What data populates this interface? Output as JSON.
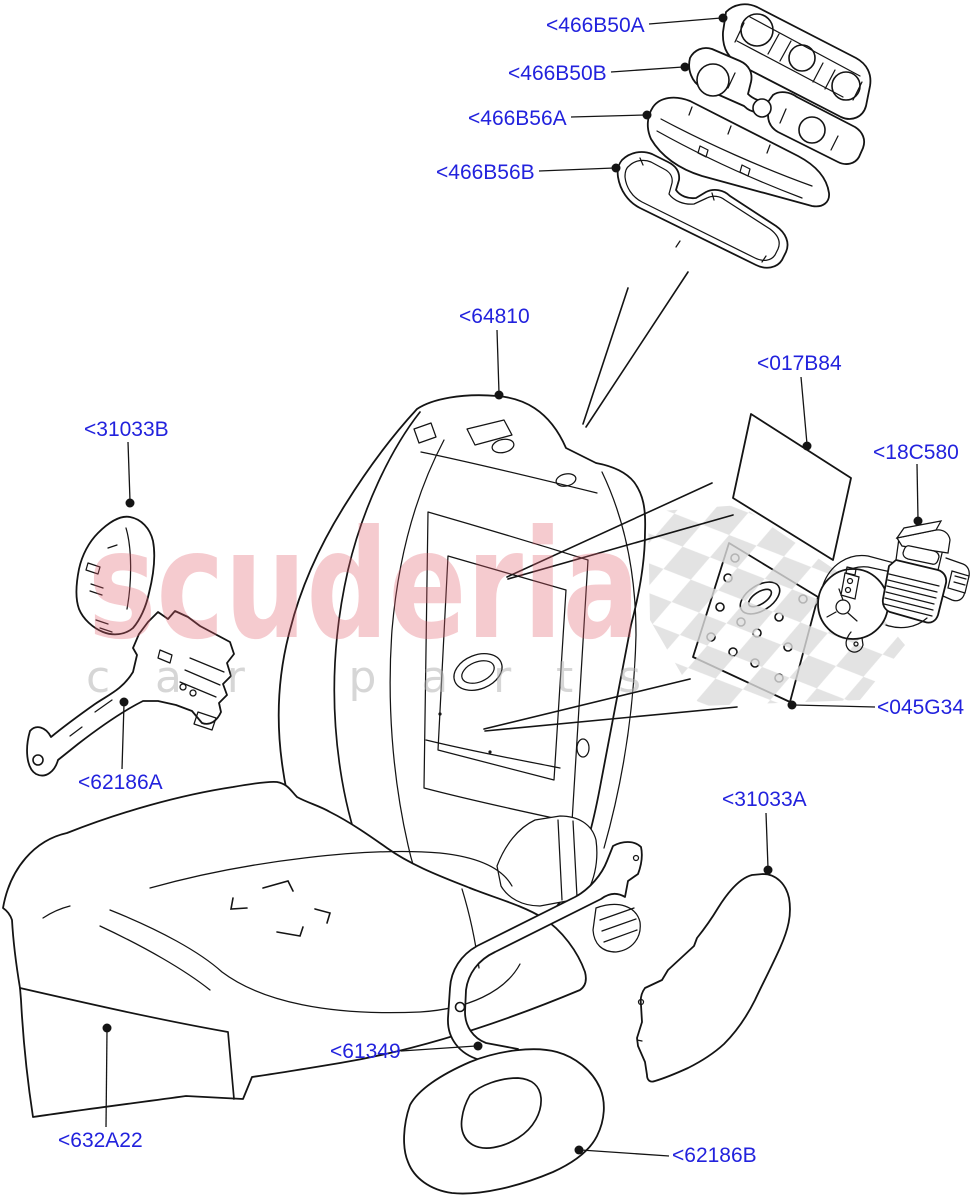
{
  "diagram": {
    "watermark": {
      "brand": "scuderia",
      "tagline": "car parts"
    },
    "labels": [
      {
        "id": "466B50A",
        "text": "<466B50A"
      },
      {
        "id": "466B50B",
        "text": "<466B50B"
      },
      {
        "id": "466B56A",
        "text": "<466B56A"
      },
      {
        "id": "466B56B",
        "text": "<466B56B"
      },
      {
        "id": "64810",
        "text": "<64810"
      },
      {
        "id": "017B84",
        "text": "<017B84"
      },
      {
        "id": "18C580",
        "text": "<18C580"
      },
      {
        "id": "31033B",
        "text": "<31033B"
      },
      {
        "id": "62186A",
        "text": "<62186A"
      },
      {
        "id": "045G34",
        "text": "<045G34"
      },
      {
        "id": "31033A",
        "text": "<31033A"
      },
      {
        "id": "632A22",
        "text": "<632A22"
      },
      {
        "id": "61349",
        "text": "<61349"
      },
      {
        "id": "62186B",
        "text": "<62186B"
      }
    ],
    "colors": {
      "label_text": "#2222DD",
      "line_art": "#141414",
      "watermark_pink": "#E2606E",
      "watermark_gray": "#AFAFAF",
      "checker_gray": "#DCDCDC",
      "background": "#FFFFFF"
    }
  }
}
